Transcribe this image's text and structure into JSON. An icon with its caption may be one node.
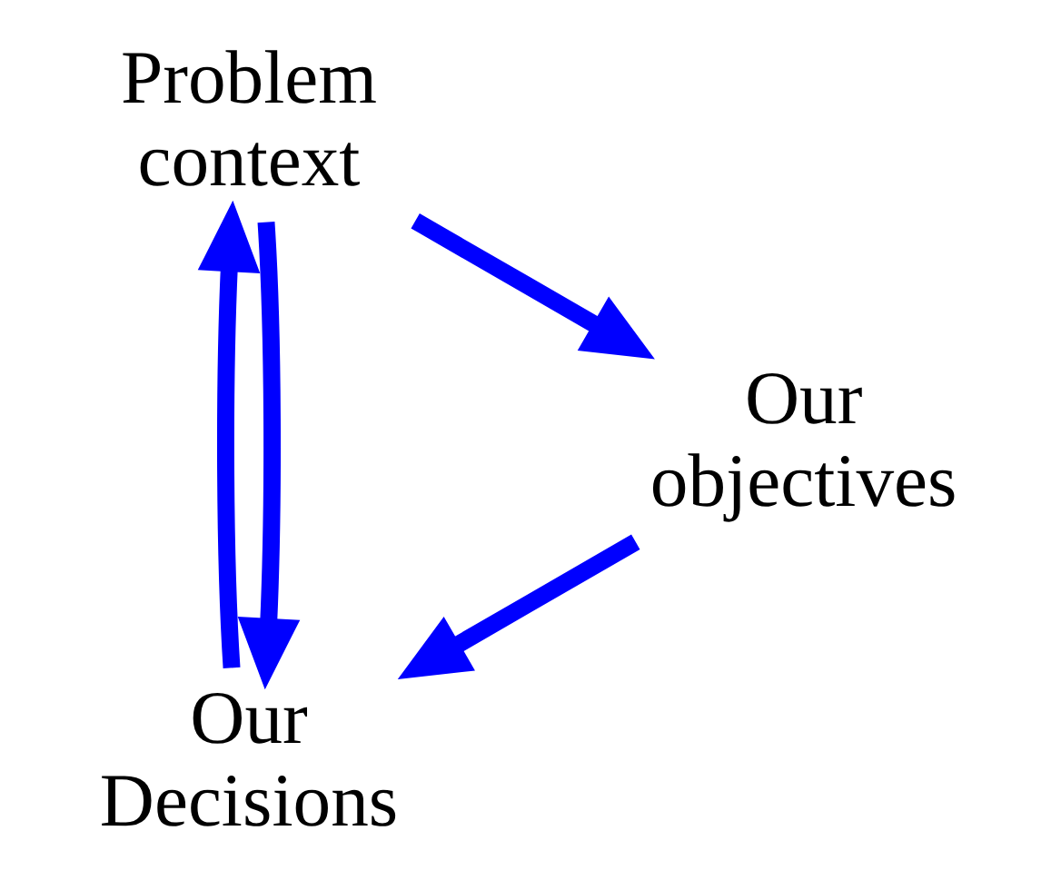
{
  "diagram": {
    "nodes": [
      {
        "text": [
          "Our Decisions"
        ]
      },
      {
        "text": [
          "Our objectives"
        ]
      },
      {
        "text": [
          "Problem context"
        ]
      }
    ],
    "edges": [
      {
        "from": 1,
        "to": 0,
        "arrow": "to"
      },
      {
        "from": 0,
        "to": 2,
        "arrow": "to"
      },
      {
        "from": 2,
        "to": 0,
        "arrow": "to"
      },
      {
        "from": 2,
        "to": 1,
        "arrow": "to"
      }
    ]
  }
}
